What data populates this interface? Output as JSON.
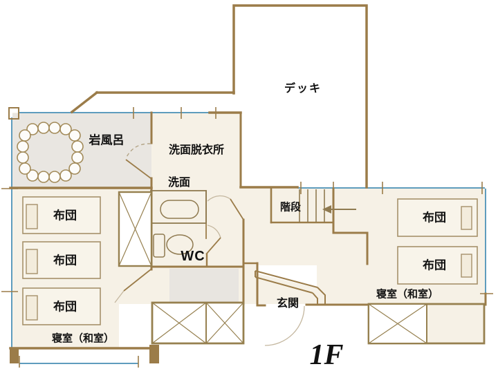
{
  "floor": {
    "label": "1F"
  },
  "labels": {
    "deck": "デッキ",
    "rock_bath": "岩風呂",
    "washroom": "洗面脱衣所",
    "washbasin": "洗面",
    "stairs": "階段",
    "wc": "WC",
    "entrance": "玄関",
    "bedroom_left": "寝室（和室）",
    "bedroom_right": "寝室（和室）",
    "futon": "布団"
  },
  "colors": {
    "wall": "#9b7c49",
    "wall_dark": "#8a6d3e",
    "window": "#5e9cbd",
    "room_fill": "#f6f1e6",
    "bath_fill": "#e9e6e1",
    "entrance_floor_fill": "#e8e5e0",
    "fixture_line": "#8f7a50",
    "door_arc": "#c4b79f",
    "text": "#111111"
  }
}
